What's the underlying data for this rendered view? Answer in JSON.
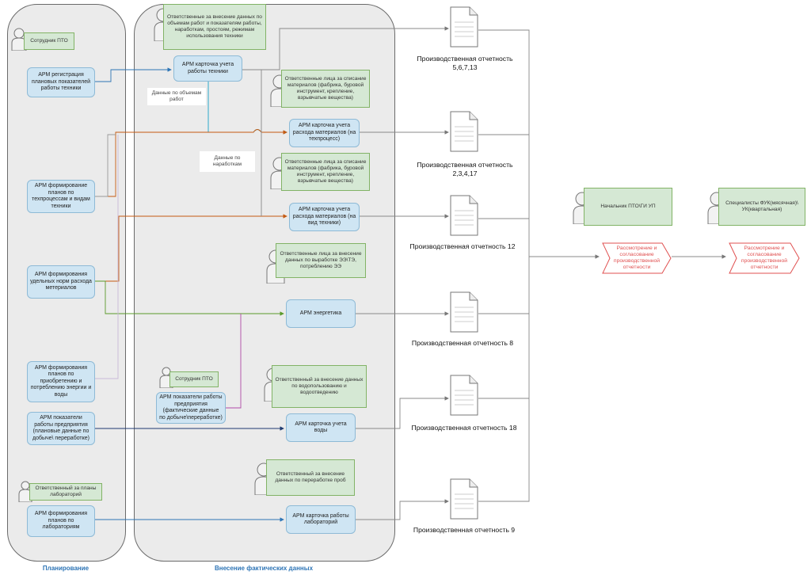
{
  "lanes": {
    "planning": "Планирование",
    "actual": "Внесение фактических данных"
  },
  "boxes": {
    "plan_indicators": "АРМ регистрация плановых показателей работы техники",
    "plans_techprocess": "АРМ формирование планов по техпроцессам и видам техники",
    "norms": "АРМ формирования удельных норм расхода метериалов",
    "energy_plans": "АРМ формирования планов по приобретению и потреблению энергии и воды",
    "enterprise_plan": "АРМ показатели работы предприятия (плановые данные по добыче\\ переработке)",
    "lab_plans": "АРМ формирования планов по лабораториям",
    "vehicle_card": "АРМ карточка учета работы техники",
    "materials_techprocess": "АРМ карточка учета расхода материалов (на техпроцесс)",
    "materials_vehicle": "АРМ карточка учета расхода материалов (на вид техники)",
    "energy": "АРМ энергетика",
    "enterprise_fact": "АРМ показатели работы предприятия (фактические данные по добыче\\переработке)",
    "water": "АРМ карточка учета воды",
    "lab_card": "АРМ карточка работы лабораторий"
  },
  "notes": {
    "pto_staff": "Сотрудник ПТО",
    "vehicle_responsible": "Ответственные за внесение данных по объемам работ и показателям работы, наработкам, простоям, режимам использования техники",
    "materials_responsible_1": "Ответственные лица за списание материалов (фабрика, буровой инструмент, крепление, взрывчатые вещества)",
    "materials_responsible_2": "Ответственные лица за списание материалов (фабрика, буровой инструмент, крепление, взрывчатые вещества)",
    "energy_responsible": "Ответственные лица за внесение данных по выработке ЭЭ\\ТЭ, потреблению ЭЭ",
    "pto_staff_2": "Сотрудник ПТО",
    "water_responsible": "Ответственный за внесение данных по водопользованию и водоотведению",
    "samples_responsible": "Ответственный за внесение данных по переработке проб",
    "lab_plans_responsible": "Ответственный за планы лабораторий",
    "head_pto": "Начальник ПТО\\ГИ УП",
    "fuk_specialists": "Специалисты ФУК(мясячная)\\ УК(квартальная)"
  },
  "edge_labels": {
    "work_volumes": "Данные по объемам работ",
    "operating_hours": "Данные по наработкам"
  },
  "reports": {
    "r1_line1": "Производственная отчетность",
    "r1_line2": "5,6,7,13",
    "r2_line1": "Производственная отчетность",
    "r2_line2": "2,3,4,17",
    "r3": "Производственная отчетность 12",
    "r4": "Производственная отчетность 8",
    "r5": "Производственная отчетность 18",
    "r6": "Производственная отчетность 9"
  },
  "steps": {
    "review_1": "Рассмотрение и согласование производственной отчетности",
    "review_2": "Рассмотрение и согласование производственной отчетности"
  },
  "colors": {
    "blue_link": "#2e75b6",
    "orange_link": "#c55a11",
    "green_link": "#5a9a2a",
    "magenta_link": "#b04aa8",
    "navy_link": "#1f3a70",
    "cyan_link": "#1aa3c8",
    "step_red": "#e05050"
  }
}
